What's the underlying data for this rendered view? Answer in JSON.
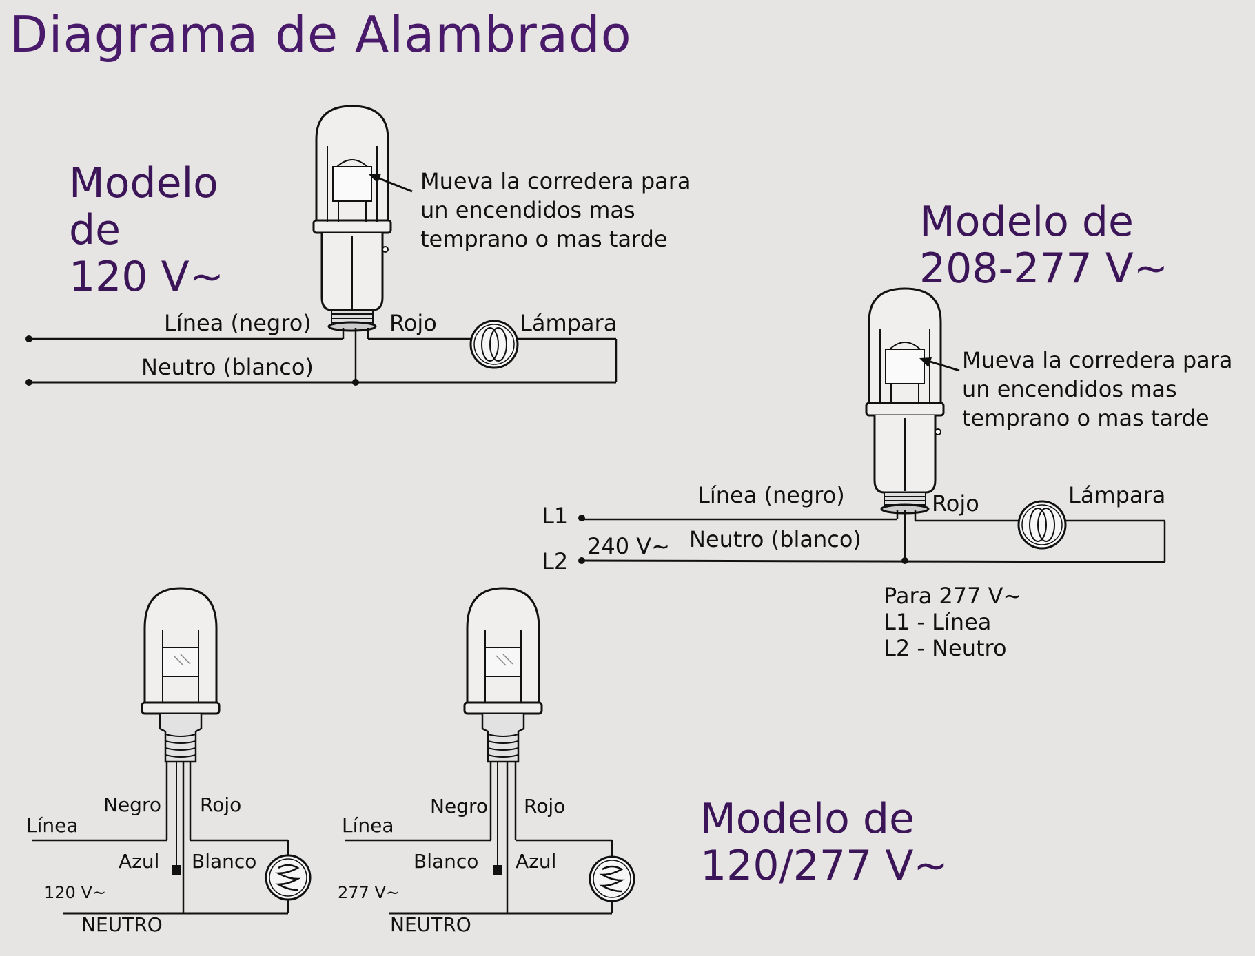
{
  "title": "Diagrama de Alambrado",
  "model_120": {
    "line1": "Modelo de",
    "line2": "120 V~"
  },
  "model_208": {
    "line1": "Modelo de",
    "line2": "208-277 V~"
  },
  "model_120_277": {
    "line1": "Modelo de",
    "line2": "120/277 V~"
  },
  "slider_note": [
    "Mueva la corredera para",
    "un encendidos mas",
    "temprano o mas tarde"
  ],
  "diagram_120": {
    "linea": "Línea (negro)",
    "rojo": "Rojo",
    "lampara": "Lámpara",
    "neutro": "Neutro (blanco)"
  },
  "diagram_208": {
    "linea": "Línea (negro)",
    "rojo": "Rojo",
    "lampara": "Lámpara",
    "neutro": "Neutro (blanco)",
    "l1": "L1",
    "l2": "L2",
    "voltage": "240 V~",
    "note": [
      "Para 277 V~",
      "L1 - Línea",
      "L2 - Neutro"
    ]
  },
  "diagram_bottom_left": {
    "negro": "Negro",
    "rojo": "Rojo",
    "linea": "Línea",
    "azul": "Azul",
    "blanco": "Blanco",
    "voltage": "120 V~",
    "neutro": "NEUTRO"
  },
  "diagram_bottom_right": {
    "negro": "Negro",
    "rojo": "Rojo",
    "linea": "Línea",
    "blanco": "Blanco",
    "azul": "Azul",
    "voltage": "277 V~",
    "neutro": "NEUTRO"
  },
  "colors": {
    "heading": "#4a1a6a",
    "line": "#111111",
    "background": "#e6e5e4"
  }
}
